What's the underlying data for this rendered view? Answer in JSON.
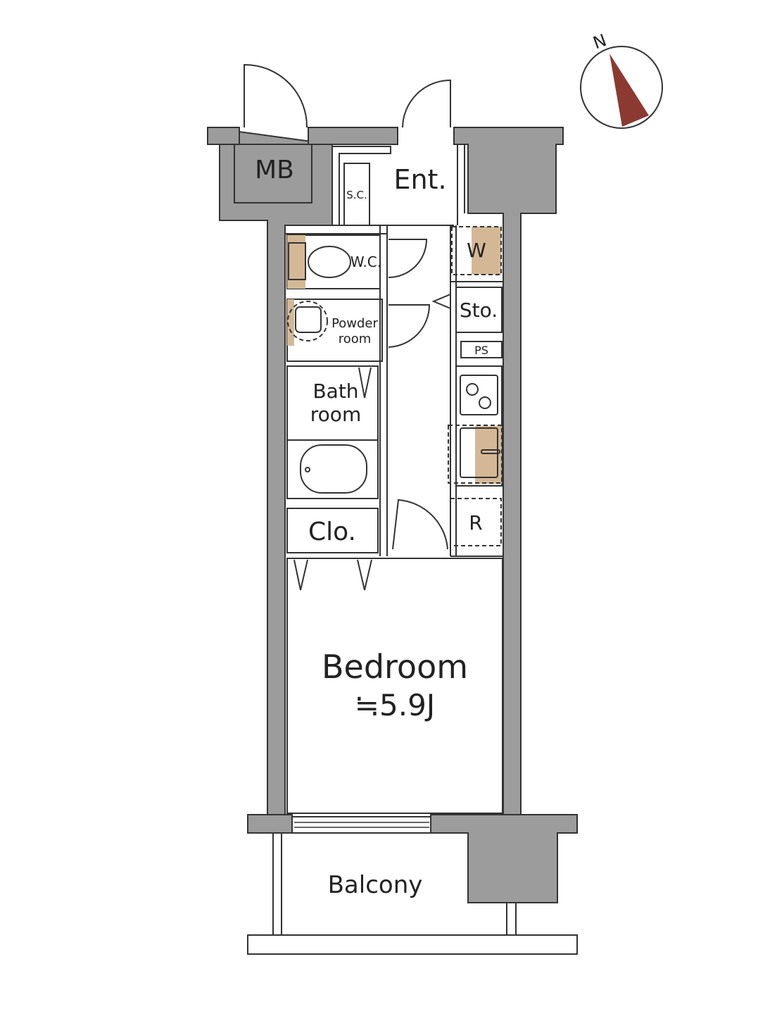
{
  "colors": {
    "wall": "#9c9c9c",
    "storage": "#d4b896",
    "wet_area": "#e3efea",
    "bedroom": "#fdfbe6",
    "compass_arrow": "#8b3a32"
  },
  "compass": {
    "label": "N"
  },
  "rooms": {
    "mb": "MB",
    "entrance": "Ent.",
    "shoe_closet": "S.C.",
    "wc": "W.C.",
    "washer": "W",
    "storage": "Sto.",
    "powder_room_line1": "Powder",
    "powder_room_line2": "room",
    "pipe_space": "PS",
    "bathroom_line1": "Bath",
    "bathroom_line2": "room",
    "refrigerator": "R",
    "closet": "Clo.",
    "bedroom": "Bedroom",
    "bedroom_size": "≒5.9J",
    "balcony": "Balcony"
  }
}
